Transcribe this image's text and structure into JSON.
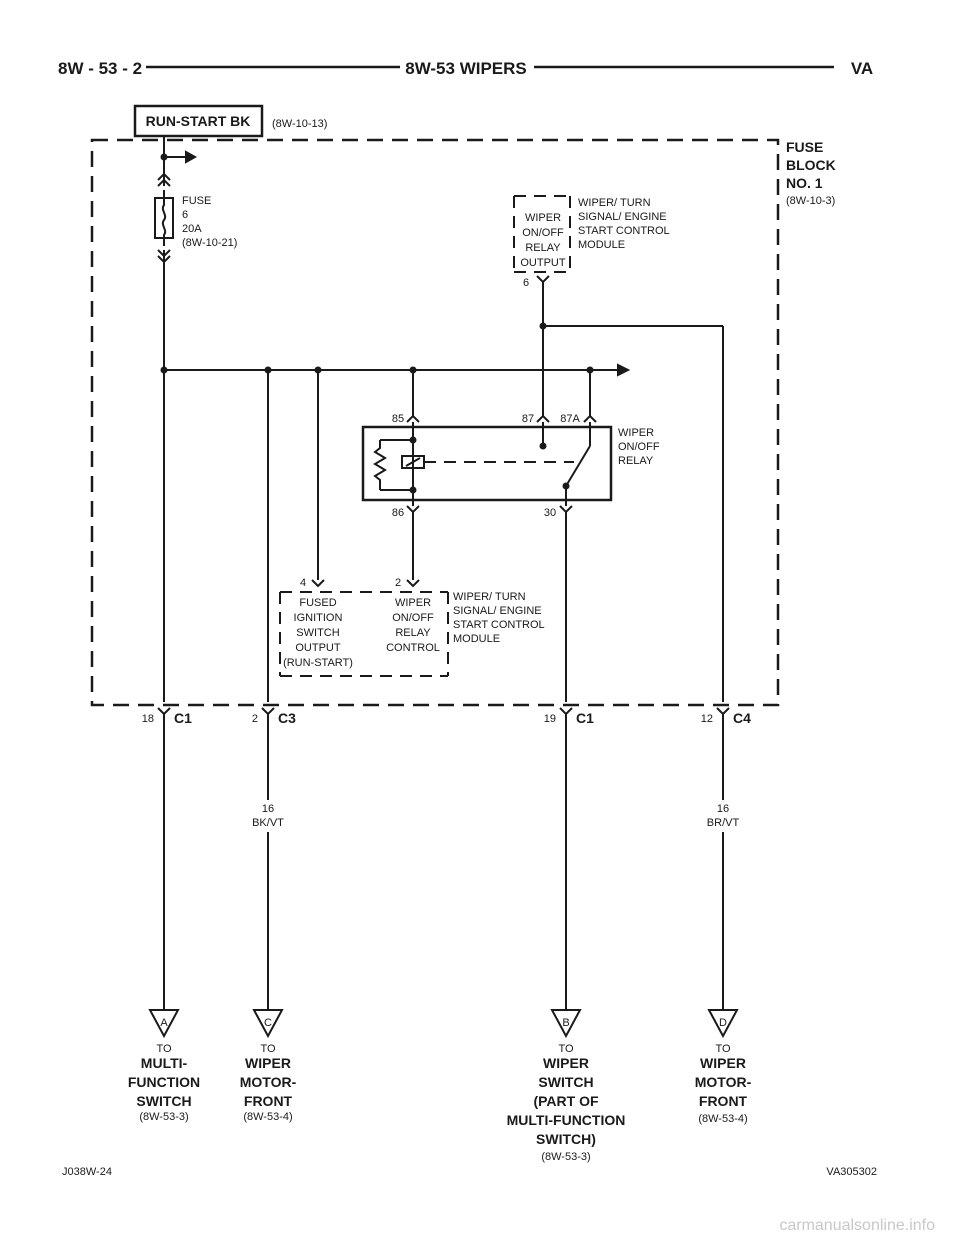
{
  "header": {
    "page_code": "8W - 53 - 2",
    "title": "8W-53 WIPERS",
    "model": "VA"
  },
  "source": {
    "label": "RUN-START BK",
    "ref": "(8W-10-13)"
  },
  "fuse_block": {
    "line1": "FUSE",
    "line2": "BLOCK",
    "line3": "NO. 1",
    "ref": "(8W-10-3)"
  },
  "fuse": {
    "line1": "FUSE",
    "line2": "6",
    "line3": "20A",
    "ref": "(8W-10-21)"
  },
  "module_top": {
    "output_lines": [
      "WIPER",
      "ON/OFF",
      "RELAY",
      "OUTPUT"
    ],
    "pin": "6",
    "name_lines": [
      "WIPER/ TURN",
      "SIGNAL/ ENGINE",
      "START CONTROL",
      "MODULE"
    ]
  },
  "relay": {
    "pin_85": "85",
    "pin_87": "87",
    "pin_87a": "87A",
    "pin_86": "86",
    "pin_30": "30",
    "name_lines": [
      "WIPER",
      "ON/OFF",
      "RELAY"
    ]
  },
  "module_bottom": {
    "pin_left": "4",
    "pin_right": "2",
    "left_lines": [
      "FUSED",
      "IGNITION",
      "SWITCH",
      "OUTPUT",
      "(RUN-START)"
    ],
    "right_lines": [
      "WIPER",
      "ON/OFF",
      "RELAY",
      "CONTROL"
    ],
    "name_lines": [
      "WIPER/ TURN",
      "SIGNAL/ ENGINE",
      "START CONTROL",
      "MODULE"
    ]
  },
  "connectors": [
    {
      "pin": "18",
      "name": "C1"
    },
    {
      "pin": "2",
      "name": "C3"
    },
    {
      "pin": "19",
      "name": "C1"
    },
    {
      "pin": "12",
      "name": "C4"
    }
  ],
  "wires": [
    {
      "gauge": "16",
      "color": "BK/VT"
    },
    {
      "gauge": "16",
      "color": "BR/VT"
    }
  ],
  "destinations": [
    {
      "letter": "A",
      "to": "TO",
      "lines": [
        "MULTI-",
        "FUNCTION",
        "SWITCH"
      ],
      "ref": "(8W-53-3)"
    },
    {
      "letter": "C",
      "to": "TO",
      "lines": [
        "WIPER",
        "MOTOR-",
        "FRONT"
      ],
      "ref": "(8W-53-4)"
    },
    {
      "letter": "B",
      "to": "TO",
      "lines": [
        "WIPER",
        "SWITCH",
        "(PART OF",
        "MULTI-FUNCTION",
        "SWITCH)"
      ],
      "ref": "(8W-53-3)"
    },
    {
      "letter": "D",
      "to": "TO",
      "lines": [
        "WIPER",
        "MOTOR-",
        "FRONT"
      ],
      "ref": "(8W-53-4)"
    }
  ],
  "footer": {
    "left": "J038W-24",
    "right": "VA305302"
  },
  "watermark": "carmanualsonline.info",
  "colors": {
    "ink": "#1a1a1a",
    "watermark": "#c8c8c8"
  }
}
